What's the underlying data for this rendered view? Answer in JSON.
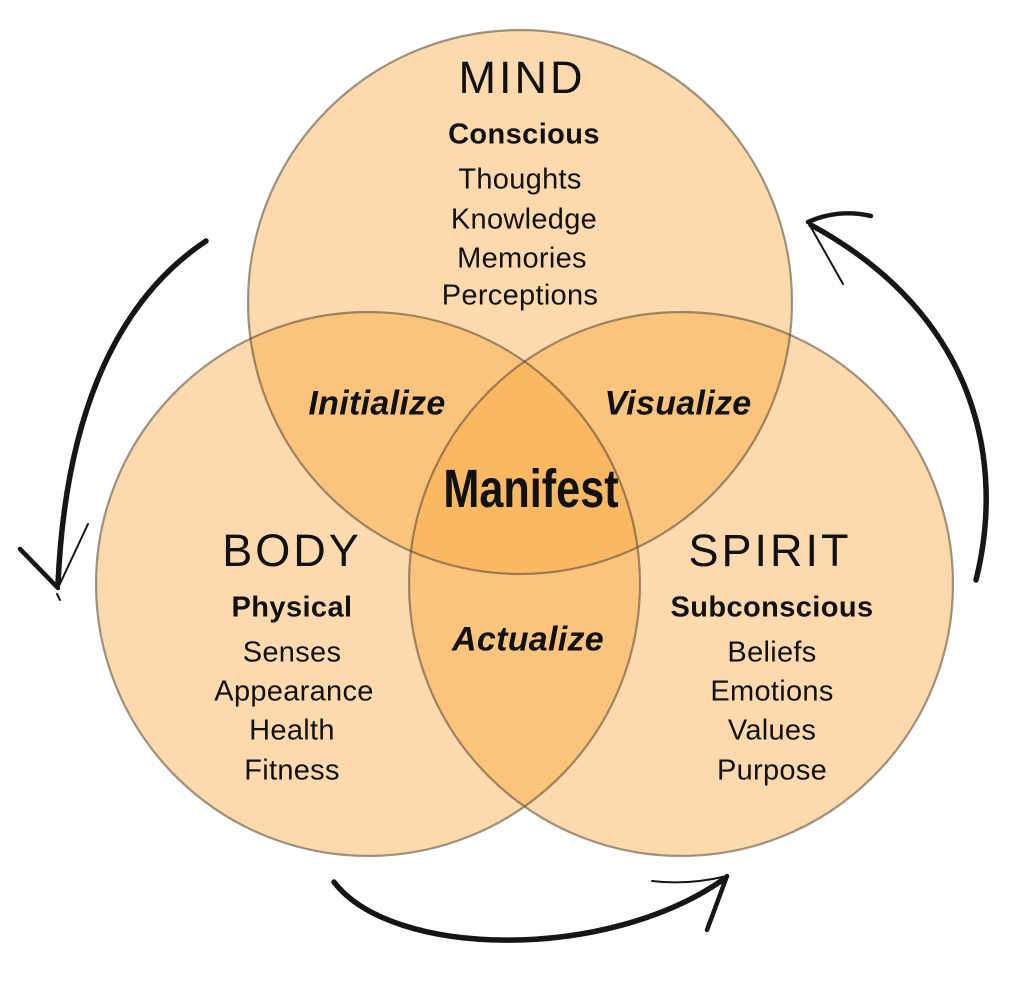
{
  "diagram": {
    "center_label": "Manifest",
    "circles": [
      {
        "name": "MIND",
        "subtitle": "Conscious",
        "items": [
          "Thoughts",
          "Knowledge",
          "Memories",
          "Perceptions"
        ]
      },
      {
        "name": "BODY",
        "subtitle": "Physical",
        "items": [
          "Senses",
          "Appearance",
          "Health",
          "Fitness"
        ]
      },
      {
        "name": "SPIRIT",
        "subtitle": "Subconscious",
        "items": [
          "Beliefs",
          "Emotions",
          "Values",
          "Purpose"
        ]
      }
    ],
    "overlaps": {
      "mind_body": "Initialize",
      "mind_spirit": "Visualize",
      "body_spirit": "Actualize"
    },
    "colors": {
      "background": "#FFFFFF",
      "circle_fill": "#F7A63C",
      "circle_stroke": "#8A7A66",
      "single_region": "#FCDFA9",
      "double_region": "#FBCB7F",
      "triple_region": "#F8BE6E",
      "arrow": "#161616",
      "text": "#111111"
    },
    "arrows": [
      {
        "name": "left-arrow",
        "motion": "curves down the left side"
      },
      {
        "name": "bottom-arrow",
        "motion": "curves right along the bottom"
      },
      {
        "name": "right-arrow",
        "motion": "curves up the right side"
      }
    ]
  }
}
